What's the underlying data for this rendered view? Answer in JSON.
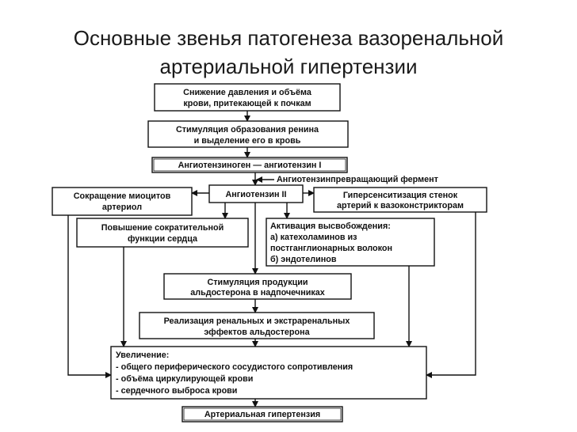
{
  "slide": {
    "title_line1": "Основные звенья патогенеза вазоренальной",
    "title_line2": "артериальной гипертензии"
  },
  "diagram": {
    "boxes": {
      "pressure_drop": {
        "line1": "Снижение давления и объёма",
        "line2": "крови, притекающей к почкам"
      },
      "renin": {
        "line1": "Стимуляция образования ренина",
        "line2": "и выделение его в кровь"
      },
      "angiotensinogen": {
        "line1": "Ангиотензиноген — ангиотензин I"
      },
      "angiotensin2": {
        "line1": "Ангиотензин II"
      },
      "myocytes": {
        "line1": "Сокращение миоцитов",
        "line2": "артериол"
      },
      "hypersensitization": {
        "line1": "Гиперсенситизация стенок",
        "line2": "артерий к вазоконстрикторам"
      },
      "heart_function": {
        "line1": "Повышение сократительной",
        "line2": "функции сердца"
      },
      "release": {
        "line1": "Активация высвобождения:",
        "line2": "а) катехоламинов из",
        "line3": "постганглионарных волокон",
        "line4": "б) эндотелинов"
      },
      "aldosterone": {
        "line1": "Стимуляция продукции",
        "line2": "альдостерона в надпочечниках"
      },
      "aldosterone_effects": {
        "line1": "Реализация ренальных и экстраренальных",
        "line2": "эффектов альдостерона"
      },
      "increase": {
        "line1": "Увеличение:",
        "line2": "- общего периферического сосудистого сопротивления",
        "line3": "- объёма циркулирующей крови",
        "line4": "- сердечного выброса крови"
      },
      "hypertension": {
        "line1": "Артериальная гипертензия"
      }
    },
    "ace_label": "Ангиотензинпревращающий фермент"
  }
}
